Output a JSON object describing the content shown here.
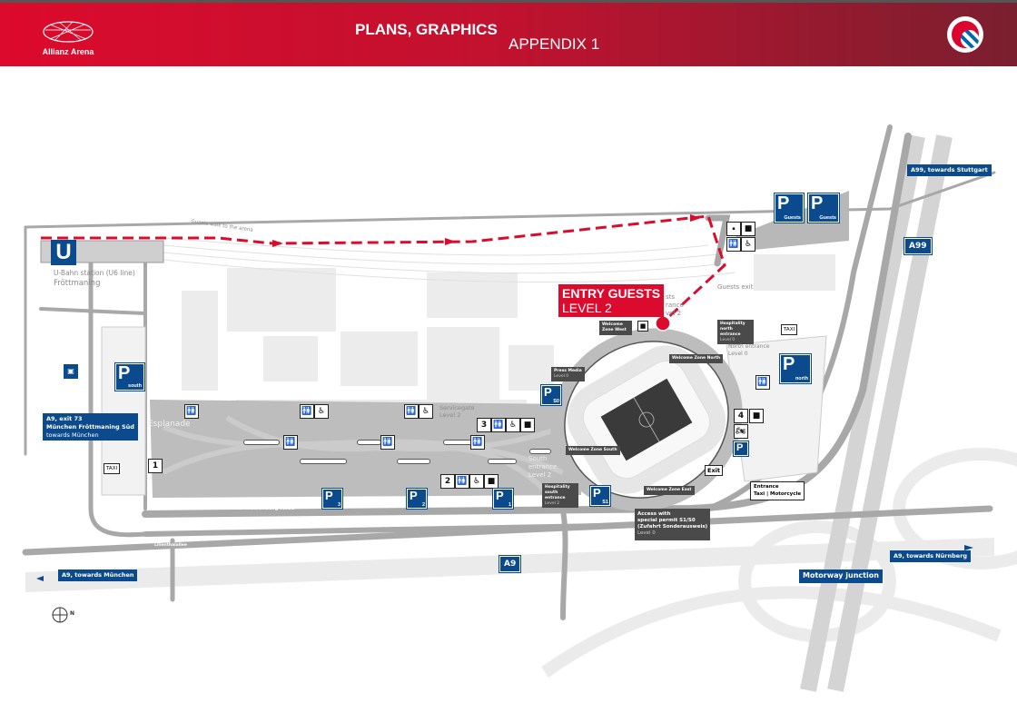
{
  "header": {
    "title": "PLANS, GRAPHICS",
    "subtitle": "APPENDIX 1",
    "logo_left": "Allianz Arena",
    "logo_right": "FC Bayern München"
  },
  "route": {
    "label": "Guests walk to the arena"
  },
  "ubahn": {
    "letter": "U",
    "line1": "U-Bahn station (U6 line)",
    "line2": "Fröttmaning"
  },
  "areas": {
    "esplanade": "Esplanade"
  },
  "entry": {
    "line1": "ENTRY GUESTS",
    "line2": "LEVEL 2"
  },
  "labels": {
    "guests_exit": "Guests exit",
    "servicegate": "Servicegate",
    "servicegate_level": "Level 2",
    "south_entrance": "South",
    "south_entrance2": "entrance",
    "south_entrance_level": "Level 2",
    "north_entrance": "North entrance",
    "north_entrance_level": "Level 0",
    "guests_entrance_partial1": "sts",
    "guests_entrance_partial2": "rance",
    "guests_entrance_partial3": "vel 2",
    "exit": "Exit",
    "taxi": "TAXI",
    "taxi2": "TAXI",
    "entrance_taxi1": "Entrance",
    "entrance_taxi2": "Taxi | Motorcycle",
    "werner1": "Werner-Heisenberg-Allee",
    "werner2": "Werner-Heisenberg-Allee",
    "lilienthal": "Lilienthalallee",
    "compass_n": "N"
  },
  "zones": {
    "west": "Welcome Zone West",
    "north": "Welcome Zone North",
    "south": "Welcome Zone South",
    "east": "Welcome Zone East",
    "press": "Press Media",
    "press_level": "Level 0",
    "hosp_north": "Hospitality north entrance",
    "hosp_north_level": "Level 0",
    "hosp_south": "Hospitality south entrance",
    "hosp_south_level": "Level 2"
  },
  "access": {
    "line1": "Access with",
    "line2": "special permit S1/S0",
    "line3": "(Zufahrt Sonderausweis)",
    "line4": "Level 0"
  },
  "roads": {
    "a9_exit_1": "A9, exit 73",
    "a9_exit_2": "München Fröttmaning Süd",
    "a9_exit_3": "towards München",
    "a9": "A9",
    "a9_muenchen": "A9, towards München",
    "a9_nuernberg": "A9, towards Nürnberg",
    "junction": "Motorway junction",
    "a99": "A99",
    "a99_stuttgart": "A99, towards Stuttgart"
  },
  "parking": {
    "letter": "P",
    "south": "south",
    "north": "north",
    "guests": "Guests",
    "guests_bus": "Guests",
    "s0": "S0",
    "s1": "S1",
    "p1": "1",
    "p2": "2",
    "p3": "3"
  },
  "service": {
    "s1": "1",
    "s2": "2",
    "s3": "3",
    "s4": "4"
  },
  "colors": {
    "red": "#dc0a2d",
    "blue": "#0b4a8c",
    "road": "#a8a8a8",
    "area": "#cfcfcf"
  }
}
